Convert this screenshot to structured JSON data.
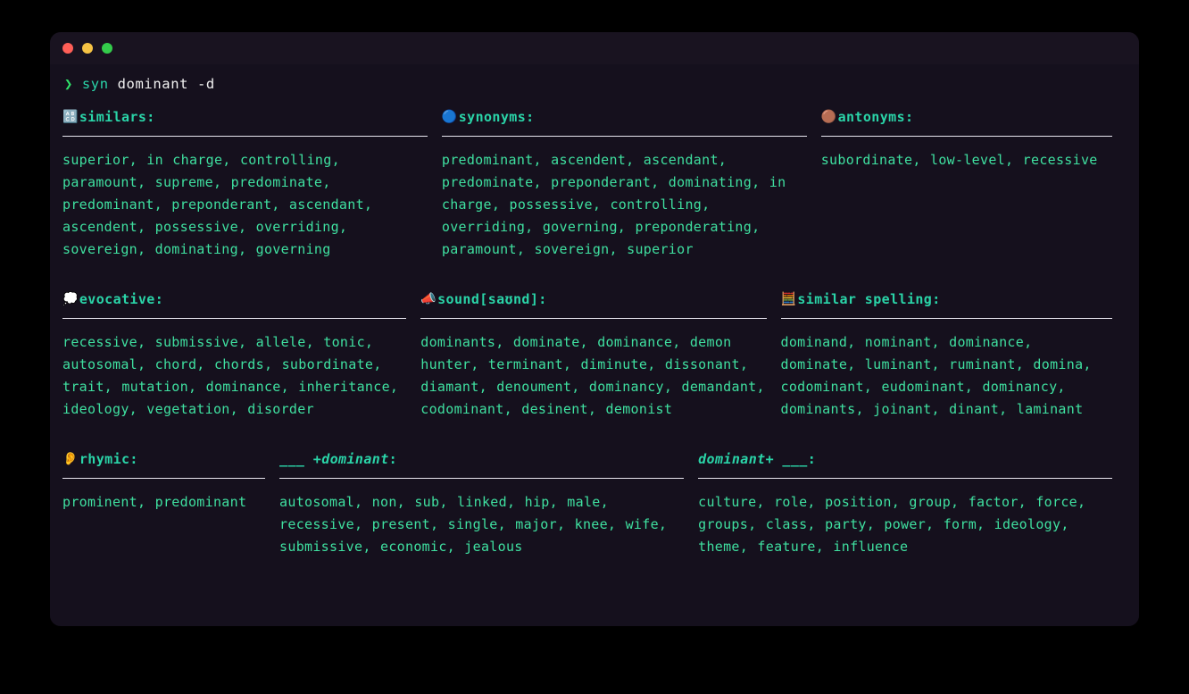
{
  "window": {
    "title": "",
    "buttons": [
      "close",
      "minimize",
      "maximize"
    ]
  },
  "prompt": {
    "caret": "❯",
    "command": "syn",
    "args": "dominant -d"
  },
  "sections": {
    "similars": {
      "emoji": "🔠",
      "emoji_name": "abcd-icon",
      "label": "similars:",
      "words": "superior, in charge, controlling, paramount, supreme, predominate, predominant, preponderant, ascendant, ascendent, possessive, overriding, sovereign, dominating, governing"
    },
    "synonyms": {
      "emoji": "🔵",
      "emoji_name": "blue-circle-icon",
      "label": "synonyms:",
      "words": "predominant, ascendent, ascendant, predominate, preponderant, dominating, in charge, possessive, controlling, overriding, governing, preponderating, paramount, sovereign, superior"
    },
    "antonyms": {
      "emoji": "🟤",
      "emoji_name": "brown-circle-icon",
      "label": "antonyms:",
      "words": "subordinate, low-level, recessive"
    },
    "evocative": {
      "emoji": "💭",
      "emoji_name": "thought-balloon-icon",
      "label": "evocative:",
      "words": "recessive, submissive, allele, tonic, autosomal, chord, chords, subordinate, trait, mutation, dominance, inheritance, ideology, vegetation, disorder"
    },
    "sound": {
      "emoji": "📣",
      "emoji_name": "megaphone-icon",
      "label": "sound[saʊnd]:",
      "words": "dominants, dominate, dominance, demon hunter, terminant, diminute, dissonant, diamant, denoument, dominancy, demandant, codominant, desinent, demonist"
    },
    "similar_spelling": {
      "emoji": "🧮",
      "emoji_name": "abacus-icon",
      "label": "similar spelling:",
      "words": "dominand, nominant, dominance, dominate, luminant, ruminant, domina, codominant, eudominant, dominancy, dominants, joinant, dinant, laminant"
    },
    "rhymic": {
      "emoji": "👂",
      "emoji_name": "ear-icon",
      "label": "rhymic:",
      "words": "prominent, predominant"
    },
    "before": {
      "emoji": "",
      "emoji_name": "",
      "label_prefix": "___ + ",
      "label_word": "dominant",
      "label_suffix": ":",
      "words": "autosomal, non, sub, linked, hip, male, recessive, present, single, major, knee, wife, submissive, economic, jealous"
    },
    "after": {
      "emoji": "",
      "emoji_name": "",
      "label_prefix": "",
      "label_word": "dominant",
      "label_suffix": " + ___:",
      "words": "culture, role, position, group, factor, force, groups, class, party, power, form, ideology, theme, feature, influence"
    }
  },
  "colors": {
    "background": "#000000",
    "terminal_bg": "#15101d",
    "titlebar_bg": "#191320",
    "header_text": "#2ad4a8",
    "word_text": "#3fe0a0",
    "rule": "#e8e6ef",
    "prompt_caret": "#2fe36a",
    "prompt_cmd": "#2ad4a8",
    "prompt_args": "#f2f2f2",
    "dot_red": "#ff5f57",
    "dot_yellow": "#f6c344",
    "dot_green": "#34cc4b"
  }
}
